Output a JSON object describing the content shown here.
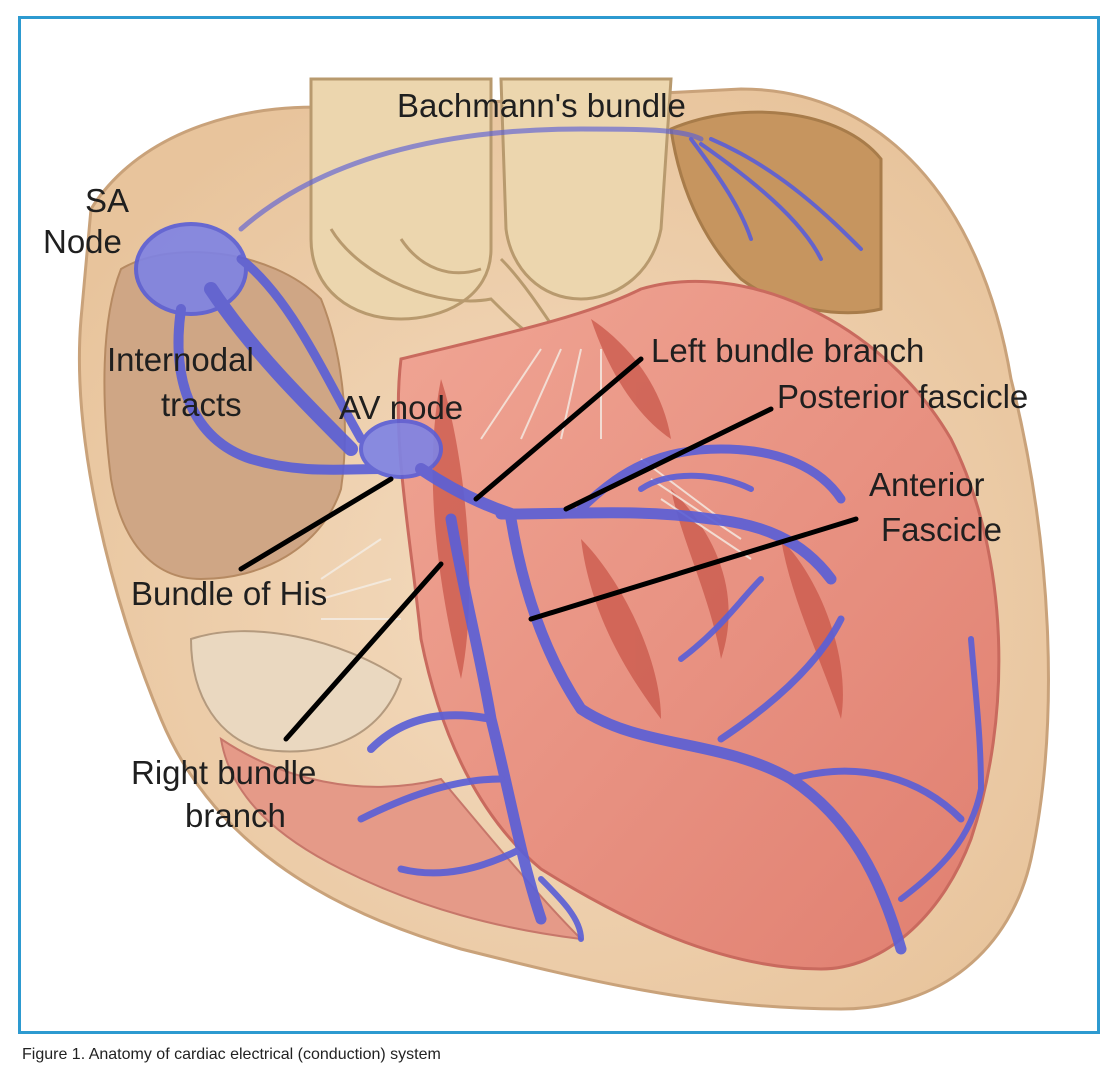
{
  "labels": {
    "bachmanns_bundle": "Bachmann's bundle",
    "sa_node_line1": "SA",
    "sa_node_line2": "Node",
    "internodal_line1": "Internodal",
    "internodal_line2": "tracts",
    "av_node": "AV node",
    "left_bundle_branch": "Left bundle branch",
    "posterior_fascicle": "Posterior fascicle",
    "anterior_line1": "Anterior",
    "anterior_line2": "Fascicle",
    "bundle_of_his": "Bundle of His",
    "right_bundle_line1": "Right bundle",
    "right_bundle_line2": "branch"
  },
  "caption": "Figure 1. Anatomy of cardiac electrical (conduction) system",
  "colors": {
    "frame_border": "#2d9ad0",
    "conduction": "#5b5fd6",
    "muscle": "#e4877a",
    "tissue": "#f1d6b8",
    "vessel": "#e9d3ab",
    "leader_lines": "#000000"
  }
}
